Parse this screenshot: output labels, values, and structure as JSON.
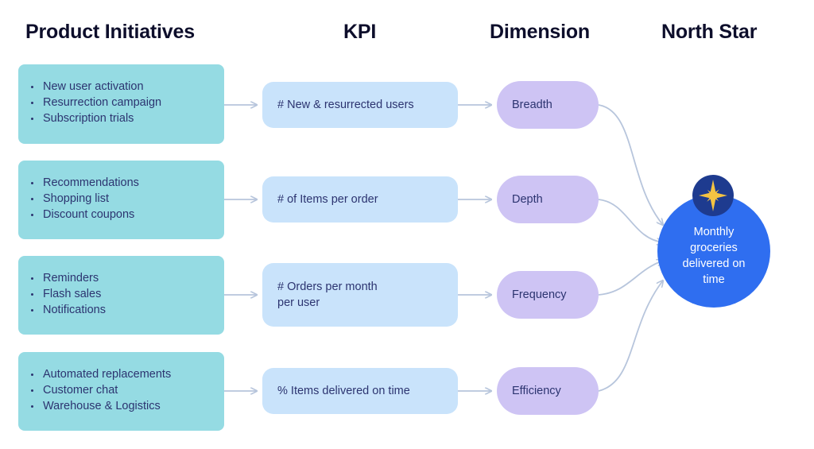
{
  "headers": {
    "initiatives": "Product Initiatives",
    "kpi": "KPI",
    "dimension": "Dimension",
    "north_star": "North Star"
  },
  "rows": [
    {
      "initiatives": [
        "New user activation",
        "Resurrection campaign",
        "Subscription trials"
      ],
      "kpi": "# New & resurrected users",
      "dimension": "Breadth"
    },
    {
      "initiatives": [
        "Recommendations",
        "Shopping list",
        "Discount coupons"
      ],
      "kpi": "# of Items per order",
      "dimension": "Depth"
    },
    {
      "initiatives": [
        "Reminders",
        "Flash sales",
        "Notifications"
      ],
      "kpi": "# Orders per month\nper user",
      "dimension": "Frequency"
    },
    {
      "initiatives": [
        "Automated replacements",
        "Customer chat",
        "Warehouse & Logistics"
      ],
      "kpi": "% Items delivered on time",
      "dimension": "Efficiency"
    }
  ],
  "north_star": {
    "text": "Monthly\ngroceries\ndelivered on\ntime",
    "icon": "star-icon"
  },
  "colors": {
    "initiative_bg": "#95dbe3",
    "kpi_bg": "#c9e3fb",
    "dimension_bg": "#cec4f4",
    "north_star_bg": "#2f6ef0",
    "star_badge_bg": "#1e3b8f",
    "star_fill": "#f5c342",
    "connector": "#b7c5dc"
  }
}
